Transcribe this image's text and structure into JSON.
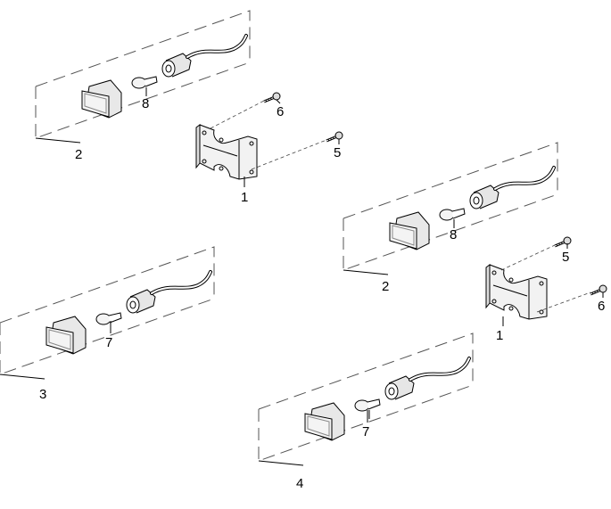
{
  "diagram": {
    "callouts": [
      "2",
      "8",
      "6",
      "5",
      "1",
      "8",
      "2",
      "5",
      "6",
      "1",
      "7",
      "3",
      "7",
      "4"
    ]
  }
}
